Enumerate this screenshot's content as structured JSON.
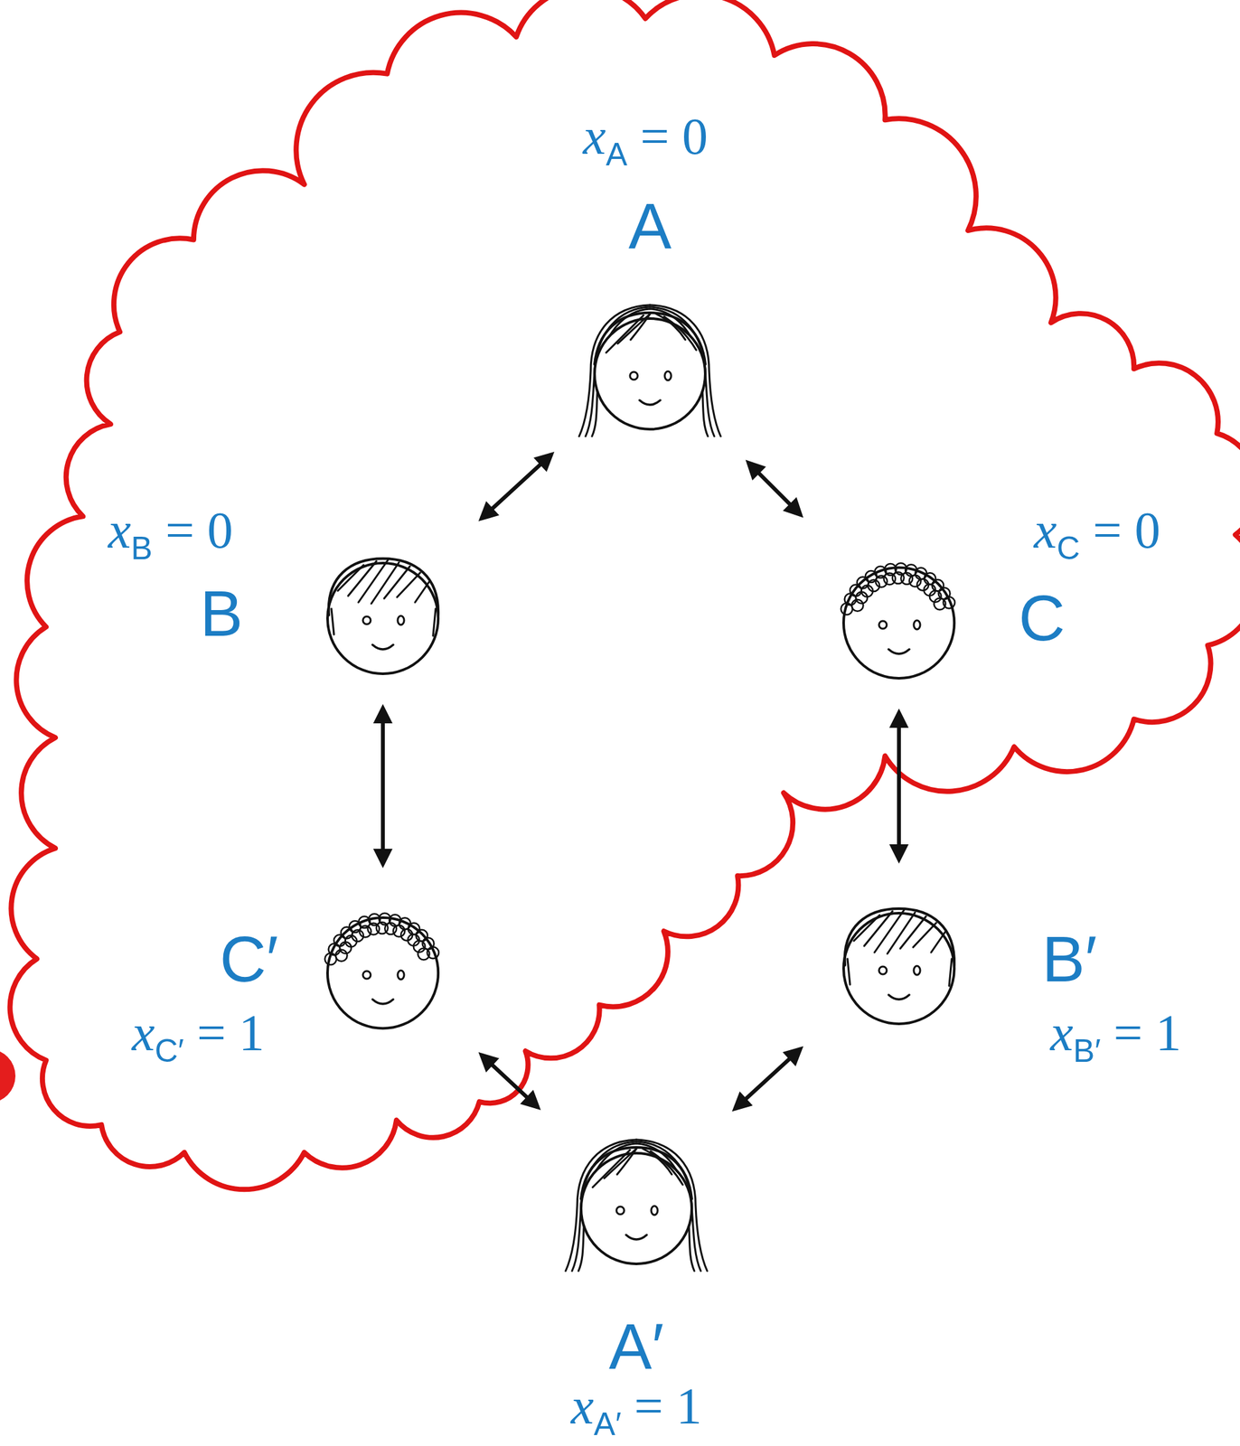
{
  "diagram": {
    "nodes": [
      {
        "text": [
          "xA = 0",
          "A"
        ]
      },
      {
        "text": [
          "xB = 0",
          "B"
        ]
      },
      {
        "text": [
          "xC = 0",
          "C"
        ]
      },
      {
        "text": [
          "C′",
          "xC′ = 1"
        ]
      },
      {
        "text": [
          "B′",
          "xB′ = 1"
        ]
      },
      {
        "text": [
          "A′",
          "xA′ = 1"
        ]
      }
    ],
    "edges": [
      {
        "from": 0,
        "to": 1,
        "arrow": "both"
      },
      {
        "from": 0,
        "to": 2,
        "arrow": "both"
      },
      {
        "from": 1,
        "to": 3,
        "arrow": "both"
      },
      {
        "from": 2,
        "to": 4,
        "arrow": "both"
      },
      {
        "from": 3,
        "to": 5,
        "arrow": "both"
      },
      {
        "from": 4,
        "to": 5,
        "arrow": "both"
      }
    ]
  }
}
